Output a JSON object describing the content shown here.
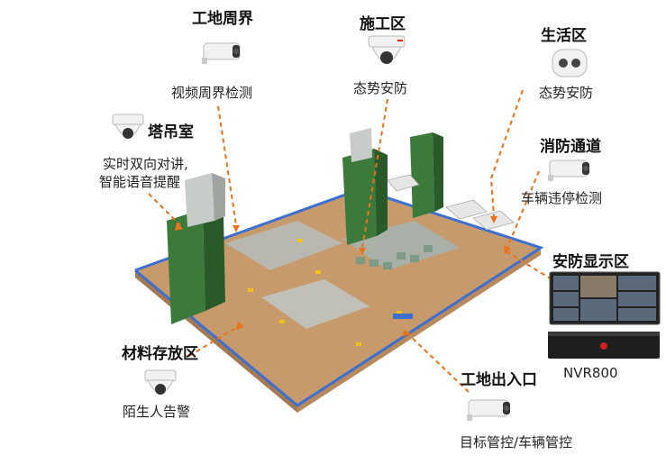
{
  "zones": {
    "site_perimeter": {
      "title": "工地周界",
      "desc": "视频周界检测"
    },
    "construction": {
      "title": "施工区",
      "desc": "态势安防"
    },
    "living": {
      "title": "生活区",
      "desc": "态势安防"
    },
    "crane_cab": {
      "title": "塔吊室",
      "desc_line1": "实时双向对讲,",
      "desc_line2": "智能语音提醒"
    },
    "fire_lane": {
      "title": "消防通道",
      "desc": "车辆违停检测"
    },
    "security_display": {
      "title": "安防显示区",
      "device": "NVR800"
    },
    "material_storage": {
      "title": "材料存放区",
      "desc": "陌生人告警"
    },
    "site_entrance": {
      "title": "工地出入口",
      "desc": "目标管控/车辆管控"
    }
  },
  "colors": {
    "leader": "#e8731a",
    "ground": "#c79a6c",
    "fence": "#3d6fd0",
    "tower": "#3b7a3a"
  },
  "icons": [
    "bullet-camera-icon",
    "dome-camera-icon",
    "nvr-icon",
    "monitor-icon"
  ]
}
